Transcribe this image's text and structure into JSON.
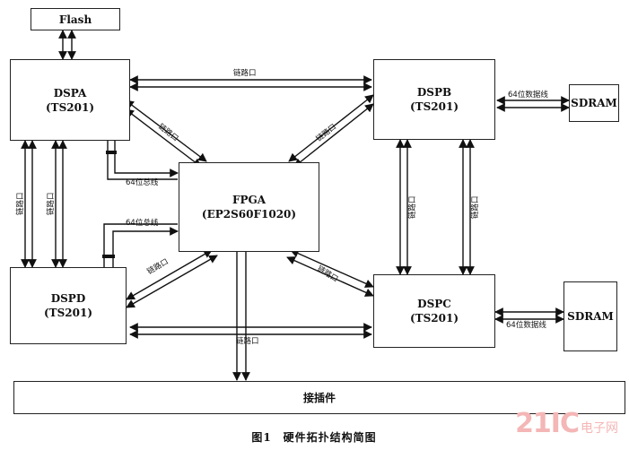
{
  "blocks": {
    "flash": {
      "line1": "Flash",
      "line2": ""
    },
    "dspa": {
      "line1": "DSPA",
      "line2": "(TS201)"
    },
    "dspb": {
      "line1": "DSPB",
      "line2": "(TS201)"
    },
    "fpga": {
      "line1": "FPGA",
      "line2": "(EP2S60F1020)"
    },
    "dspd": {
      "line1": "DSPD",
      "line2": "(TS201)"
    },
    "dspc": {
      "line1": "DSPC",
      "line2": "(TS201)"
    },
    "sdram_top": {
      "line1": "SDRAM",
      "line2": ""
    },
    "sdram_bottom": {
      "line1": "SDRAM",
      "line2": ""
    },
    "connector": {
      "line1": "接插件",
      "line2": ""
    }
  },
  "labels": {
    "link_ab": "链路口",
    "link_dc": "链路口",
    "link_a_fpga": "链路口",
    "link_b_fpga": "链路口",
    "link_d_fpga": "链路口",
    "link_c_fpga": "链路口",
    "link_ad_1": "链路口",
    "link_ad_2": "链路口",
    "link_bc_1": "链路口",
    "link_bc_2": "链路口",
    "bus_a_fpga": "64位总线",
    "bus_d_fpga": "64位总线",
    "data_b_sdram": "64位数据线",
    "data_c_sdram": "64位数据线"
  },
  "caption": "图1　硬件拓扑结构简图",
  "watermark": {
    "number": "21IC",
    "text": "电子网"
  }
}
